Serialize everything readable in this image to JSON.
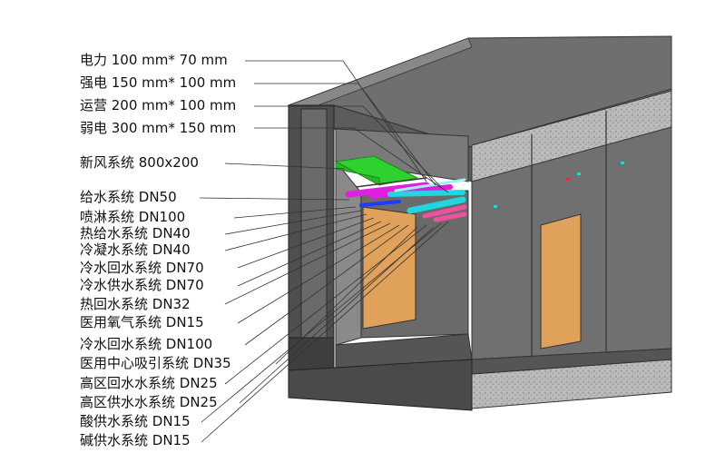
{
  "labels": [
    {
      "id": "power",
      "text": "电力 100 mm* 70 mm"
    },
    {
      "id": "strong-current",
      "text": "强电 150 mm* 100 mm"
    },
    {
      "id": "operations",
      "text": "运营 200 mm* 100 mm"
    },
    {
      "id": "weak-current",
      "text": "弱电 300 mm* 150 mm"
    },
    {
      "id": "fresh-air",
      "text": "新风系统 800x200"
    },
    {
      "id": "water-supply",
      "text": "给水系统 DN50"
    },
    {
      "id": "sprinkler",
      "text": "喷淋系统 DN100"
    },
    {
      "id": "hot-water-supply",
      "text": "热给水系统 DN40"
    },
    {
      "id": "condensate",
      "text": "冷凝水系统 DN40"
    },
    {
      "id": "chilled-return-70",
      "text": "冷水回水系统 DN70"
    },
    {
      "id": "chilled-supply-70",
      "text": "冷水供水系统 DN70"
    },
    {
      "id": "hot-return",
      "text": "热回水系统 DN32"
    },
    {
      "id": "medical-oxygen",
      "text": "医用氧气系统 DN15"
    },
    {
      "id": "chilled-return-100",
      "text": "冷水回水系统 DN100"
    },
    {
      "id": "medical-suction",
      "text": "医用中心吸引系统 DN35"
    },
    {
      "id": "hz-return",
      "text": "高区回水水系统 DN25"
    },
    {
      "id": "hz-supply",
      "text": "高区供水水系统 DN25"
    },
    {
      "id": "acid-supply",
      "text": "酸供水系统 DN15"
    },
    {
      "id": "alkali-supply",
      "text": "碱供水系统 DN15"
    }
  ],
  "colors": {
    "wall_gray": "#6e6e6e",
    "wall_dark": "#4a4a4a",
    "hatch_bg": "#b9b9b9",
    "door": "#e0a25a",
    "duct_green": "#2fd12f",
    "pipe_magenta": "#e020e0",
    "pipe_cyan": "#22d6e0",
    "pipe_pink": "#f050a0",
    "leader": "#333333"
  }
}
